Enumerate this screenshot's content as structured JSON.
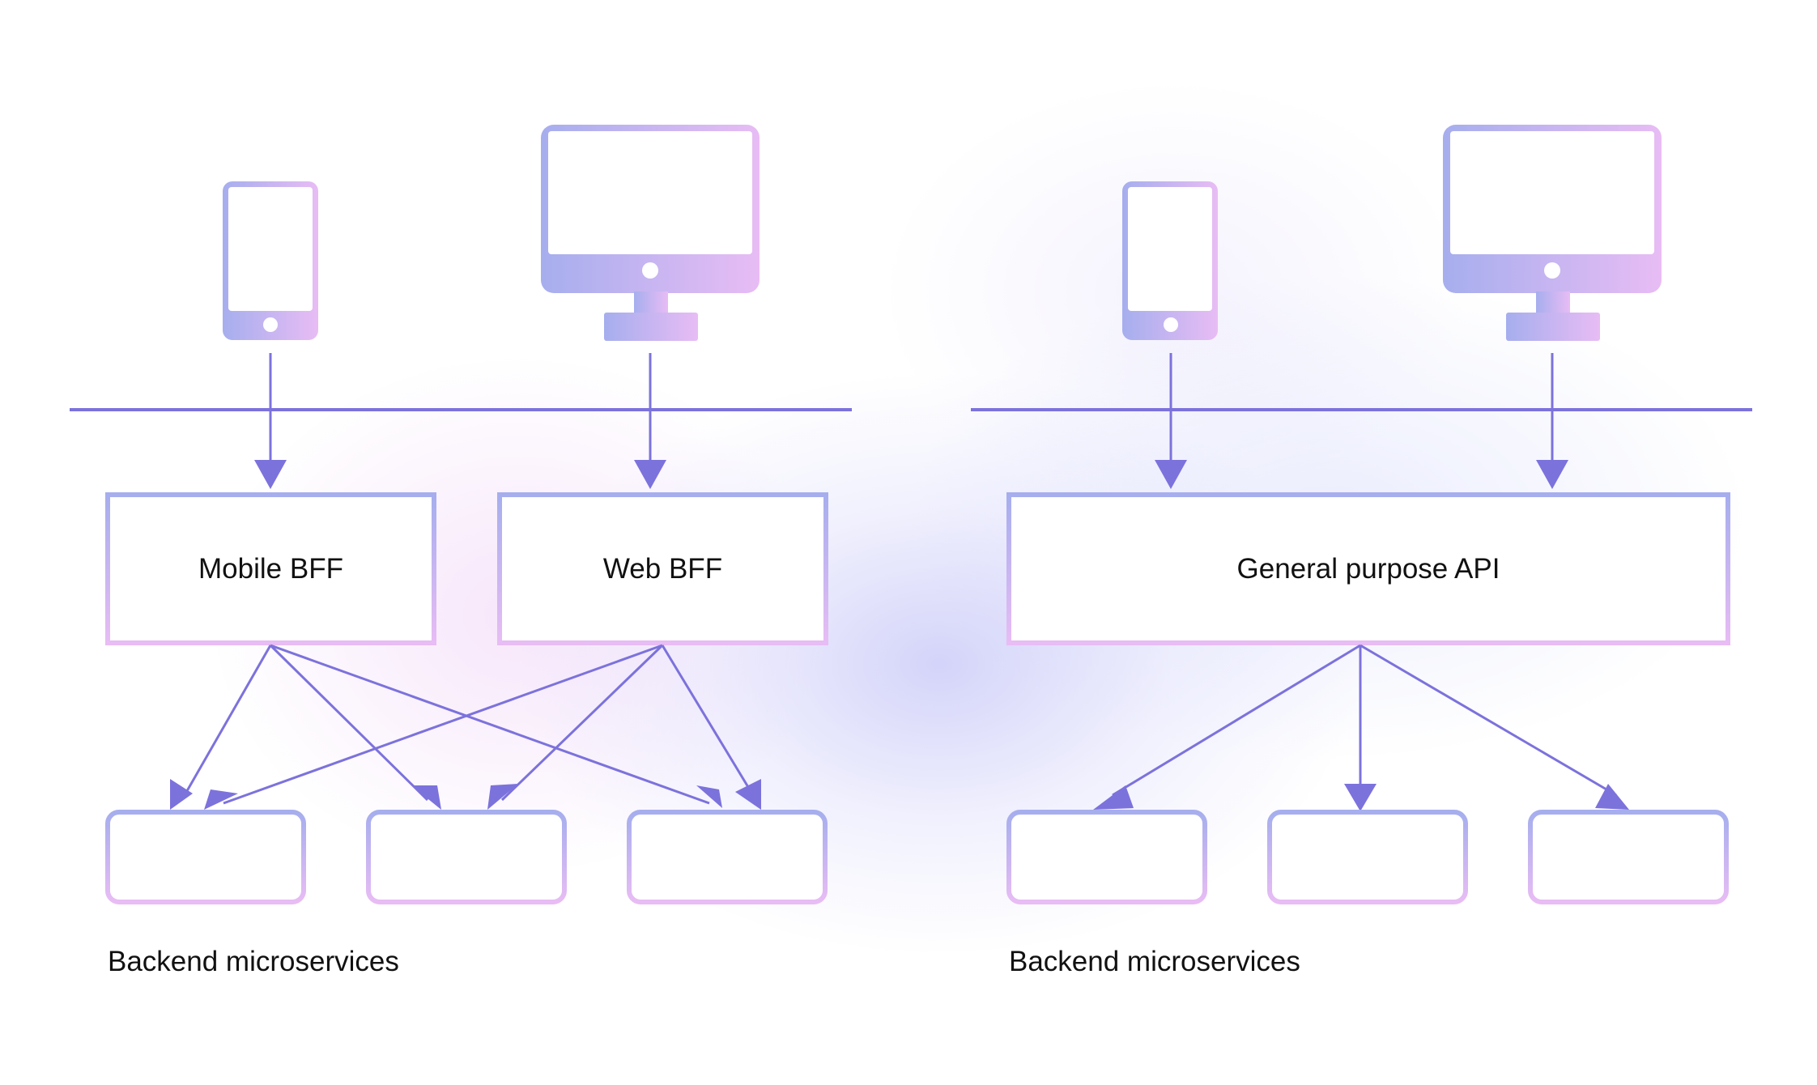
{
  "colors": {
    "line": "#7c72dc",
    "gradient_start": "#a6aeee",
    "gradient_end": "#e8bcf4",
    "text": "#111111",
    "background": "#ffffff"
  },
  "left": {
    "clients": [
      {
        "name": "mobile-client",
        "icon": "smartphone-icon"
      },
      {
        "name": "web-client",
        "icon": "monitor-icon"
      }
    ],
    "bffs": [
      {
        "label": "Mobile BFF"
      },
      {
        "label": "Web BFF"
      }
    ],
    "service_count": 3,
    "caption": "Backend microservices"
  },
  "right": {
    "clients": [
      {
        "name": "mobile-client",
        "icon": "smartphone-icon"
      },
      {
        "name": "web-client",
        "icon": "monitor-icon"
      }
    ],
    "api": {
      "label": "General purpose API"
    },
    "service_count": 3,
    "caption": "Backend microservices"
  }
}
